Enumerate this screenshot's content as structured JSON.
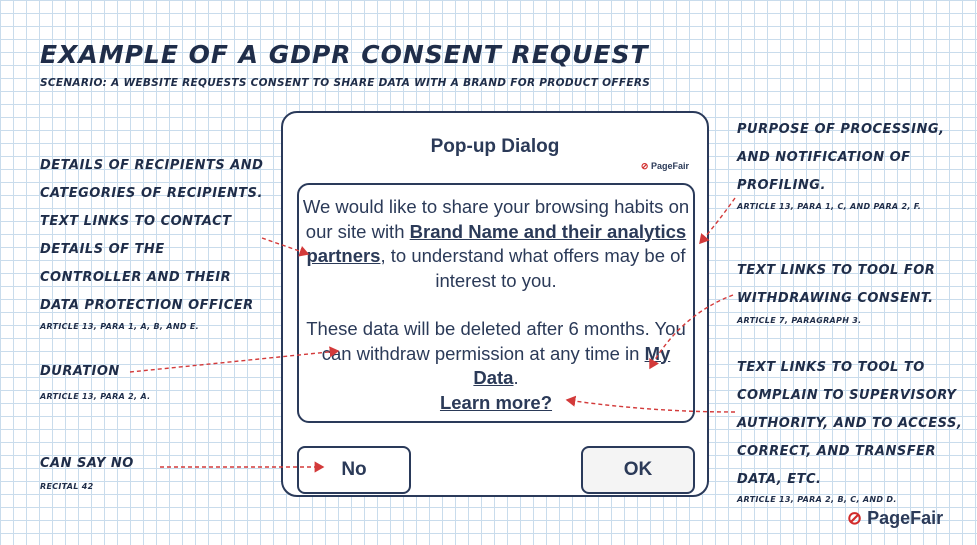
{
  "title": "Example of a GDPR consent request",
  "subtitle": "Scenario: A website requests consent to share data with a brand for product offers",
  "dialog": {
    "title": "Pop-up Dialog",
    "brand_small": "PageFair",
    "message": {
      "p1_before": "We would like to share your browsing habits on our site with ",
      "p1_link": "Brand Name and their analytics partners",
      "p1_after": ", to understand what offers may be of interest to you.",
      "p2_before": "These data will be deleted after 6 months. You can withdraw permission at any time in ",
      "p2_link": "My Data",
      "p2_after": ".",
      "learn_more": "Learn more?"
    },
    "no_label": "No",
    "ok_label": "OK"
  },
  "annotations": {
    "recipients": {
      "lines": [
        "Details of recipients and",
        "categories of recipients.",
        "Text links to contact",
        "details of the",
        "controller and their",
        "data protection officer"
      ],
      "ref": "Article 13, para 1, a, b, and e."
    },
    "duration": {
      "lines": [
        "Duration"
      ],
      "ref": "Article 13, para 2, a."
    },
    "say_no": {
      "lines": [
        "Can say no"
      ],
      "ref": "Recital 42"
    },
    "purpose": {
      "lines": [
        "Purpose of processing,",
        "and notification of",
        "profiling."
      ],
      "ref": "Article 13, para 1, c, and para 2, f."
    },
    "withdraw": {
      "lines": [
        "Text links to tool for",
        "withdrawing consent."
      ],
      "ref": "Article 7, paragraph 3."
    },
    "complain": {
      "lines": [
        "Text links to tool to",
        "complain to supervisory",
        "authority, and to access,",
        "correct, and transfer",
        "data, etc."
      ],
      "ref": "Article 13, para 2, b, c, and d."
    }
  },
  "brand_footer": "PageFair",
  "colors": {
    "ink": "#1f2d49",
    "arrow": "#d33a3a",
    "grid": "#c9dcec",
    "logo": "#d12a2a"
  }
}
